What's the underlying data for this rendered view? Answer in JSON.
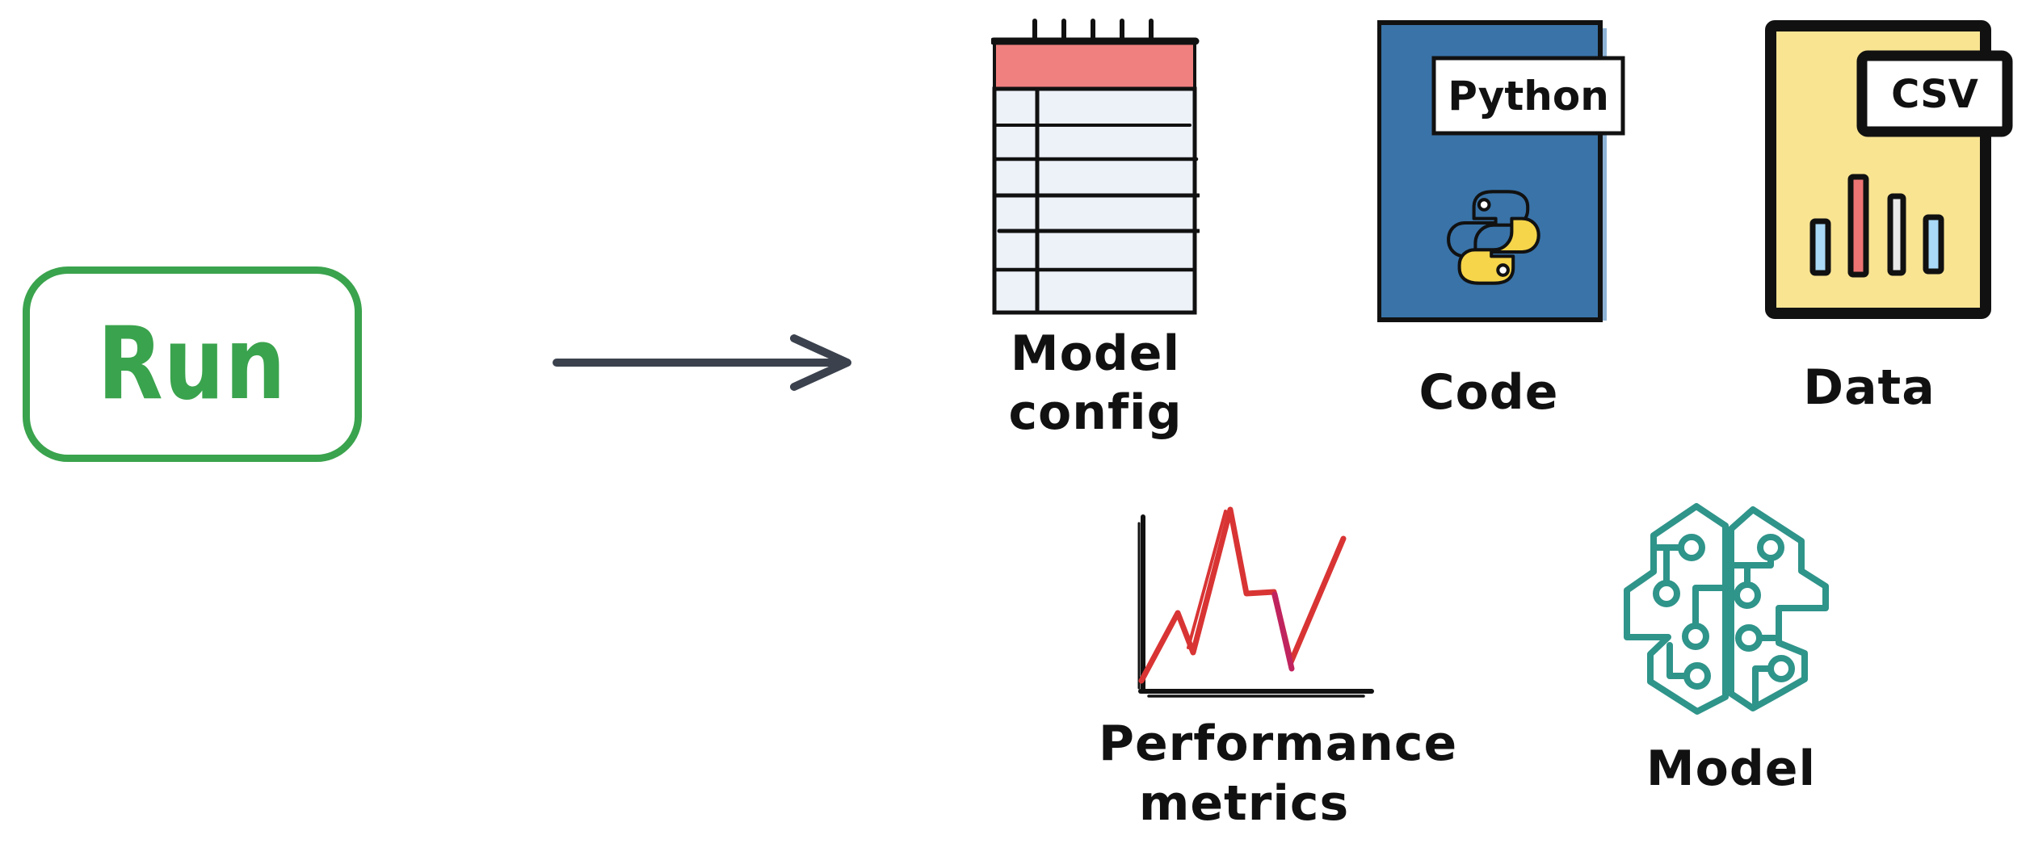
{
  "run": {
    "label": "Run"
  },
  "arrow": {
    "icon": "flow-arrow-icon",
    "direction": "right"
  },
  "artifacts": {
    "model_config": {
      "line1": "Model",
      "line2": "config",
      "icon": "notepad-icon"
    },
    "code": {
      "label": "Code",
      "badge": "Python",
      "icon": "python-file-icon"
    },
    "data": {
      "label": "Data",
      "badge": "CSV",
      "icon": "csv-file-icon"
    },
    "metrics": {
      "line1": "Performance",
      "line2": "metrics",
      "icon": "line-chart-icon"
    },
    "model": {
      "label": "Model",
      "icon": "circuit-brain-icon"
    }
  },
  "colors": {
    "run_green": "#3aa34d",
    "arrow": "#3b424e",
    "ink": "#111111",
    "notepad_header": "#f0807f",
    "notepad_body": "#edf1f8",
    "python_blue": "#3973a8",
    "python_shadow": "#8fb4d6",
    "python_yellow": "#f6d54a",
    "csv_yellow": "#f9e492",
    "bar_blue": "#a9d9f6",
    "bar_red": "#ee7474",
    "bar_gray": "#e9e9e9",
    "chart_red": "#d93434",
    "chart_magenta": "#c0245f",
    "brain_teal": "#2f948a"
  }
}
